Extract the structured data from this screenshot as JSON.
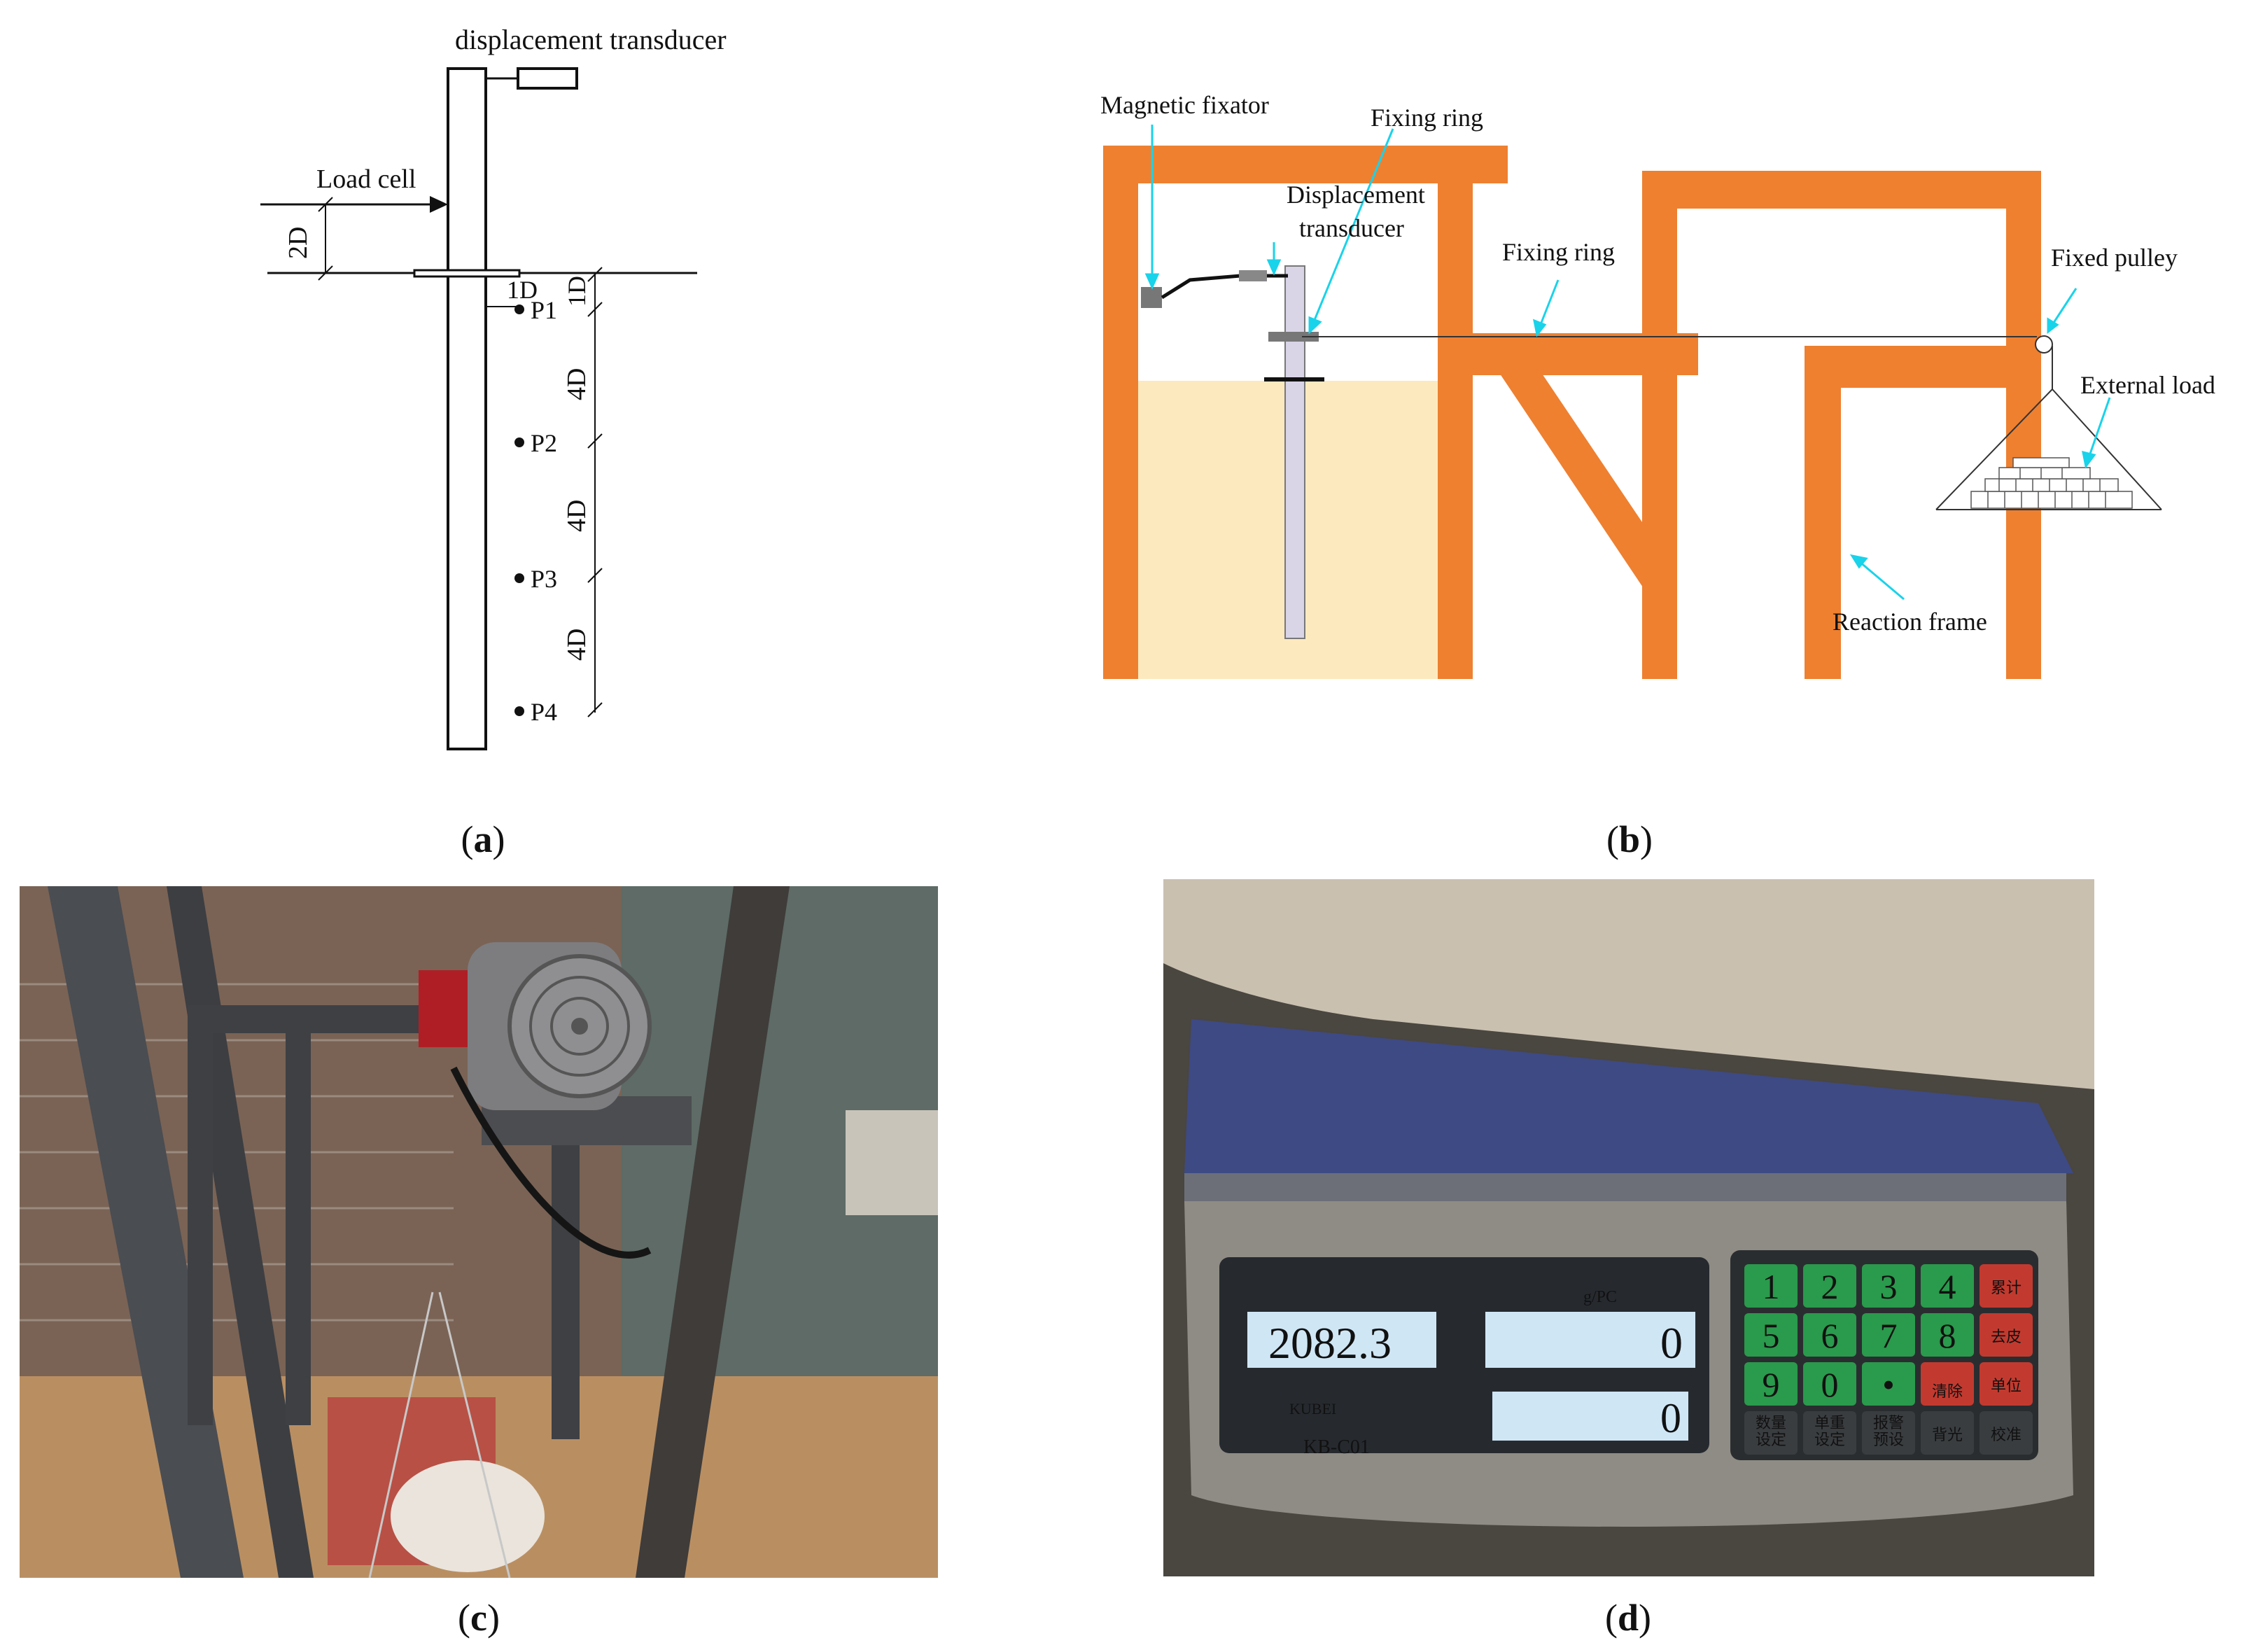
{
  "panel_a": {
    "transducer_label": "displacement transducer",
    "load_cell_label": "Load cell",
    "dim_2d": "2D",
    "dim_1d_h": "1D",
    "dim_1d_v": "1D",
    "dim_4d": [
      "4D",
      "4D",
      "4D"
    ],
    "points": [
      "P1",
      "P2",
      "P3",
      "P4"
    ],
    "caption_letter": "a"
  },
  "panel_b": {
    "magnetic_fixator": "Magnetic fixator",
    "fixing_ring_1": "Fixing ring",
    "displacement_transducer_1": "Displacement",
    "displacement_transducer_2": "transducer",
    "fixing_ring_2": "Fixing ring",
    "fixed_pulley": "Fixed pulley",
    "external_load": "External load",
    "reaction_frame": "Reaction frame",
    "caption_letter": "b",
    "colors": {
      "frame": "#ee8030",
      "soil": "#fde9be",
      "pile": "#d9d4e6",
      "arrow": "#19d3ea"
    }
  },
  "panel_c": {
    "caption_letter": "c"
  },
  "panel_d": {
    "scale_weight": "2082.3",
    "scale_unit_price": "0",
    "scale_count": "0",
    "brand": "KUBEI",
    "model": "KB-C01",
    "unit_label": "g/PC",
    "keys": [
      "1",
      "2",
      "3",
      "4",
      "累计",
      "5",
      "6",
      "7",
      "8",
      "去皮",
      "9",
      "0",
      "•",
      "清除",
      "单位",
      "数量\n设定",
      "单重\n设定",
      "报警\n预设",
      "背光",
      "校准"
    ],
    "caption_letter": "d"
  }
}
